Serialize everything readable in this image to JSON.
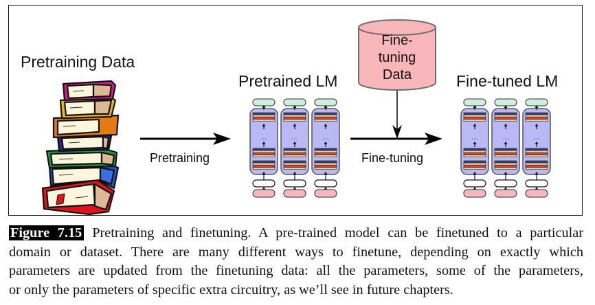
{
  "figure": {
    "pretraining_data_label": "Pretraining Data",
    "pretrained_lm_label": "Pretrained LM",
    "finetuning_data_label_lines": [
      "Fine-",
      "tuning",
      "Data"
    ],
    "finetuned_lm_label": "Fine-tuned LM",
    "pretraining_arrow_label": "Pretraining",
    "finetuning_arrow_label": "Fine-tuning",
    "model_columns": 3,
    "icons": {
      "books": "stack-of-books-icon",
      "database": "database-cylinder-icon",
      "model": "transformer-stack-icon"
    },
    "colors": {
      "model_body": "#b9b9f5",
      "output_token": "#cdeee0",
      "input_token": "#f7b7bd",
      "cylinder_fill": "#f9b7bb",
      "layer_dark": "#3b3b7a",
      "layer_tan": "#d8d3a0",
      "layer_red": "#e83a3a"
    }
  },
  "caption": {
    "tag": "Figure 7.15",
    "lines": [
      "Pretraining and finetuning. A pre-trained model can be finetuned to a particular",
      "domain or dataset. There are many different ways to finetune, depending on exactly which",
      "parameters are updated from the finetuning data: all the parameters, some of the parameters,",
      "or only the parameters of specific extra circuitry, as we’ll see in future chapters."
    ]
  }
}
